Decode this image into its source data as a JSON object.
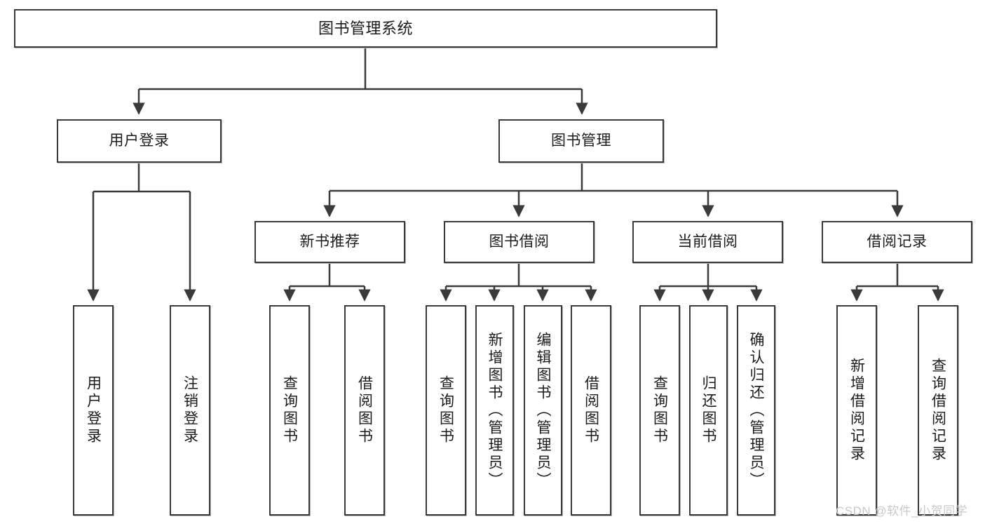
{
  "diagram": {
    "title": "图书管理系统",
    "type": "tree-hierarchy-chart",
    "orientation": "top-down",
    "colors": {
      "box_border": "#3a3a3a",
      "box_fill": "#ffffff",
      "edge": "#3a3a3a",
      "text": "#1b1b1b",
      "watermark": "#c9c9c9"
    },
    "root": {
      "label": "图书管理系统"
    },
    "level1": [
      {
        "label": "用户登录"
      },
      {
        "label": "图书管理"
      }
    ],
    "level2": [
      {
        "label": "新书推荐"
      },
      {
        "label": "图书借阅"
      },
      {
        "label": "当前借阅"
      },
      {
        "label": "借阅记录"
      }
    ],
    "leaves": {
      "user_login": [
        {
          "label": "用户登录"
        },
        {
          "label": "注销登录"
        }
      ],
      "new_book_recommend": [
        {
          "label": "查询图书"
        },
        {
          "label": "借阅图书"
        }
      ],
      "book_borrow": [
        {
          "label": "查询图书"
        },
        {
          "label": "新增图书（管理员）"
        },
        {
          "label": "编辑图书（管理员）"
        },
        {
          "label": "借阅图书"
        }
      ],
      "current_borrow": [
        {
          "label": "查询图书"
        },
        {
          "label": "归还图书"
        },
        {
          "label": "确认归还（管理员）"
        }
      ],
      "borrow_record": [
        {
          "label": "新增借阅记录"
        },
        {
          "label": "查询借阅记录"
        }
      ]
    },
    "watermark": "CSDN @软件_小贺同学"
  }
}
